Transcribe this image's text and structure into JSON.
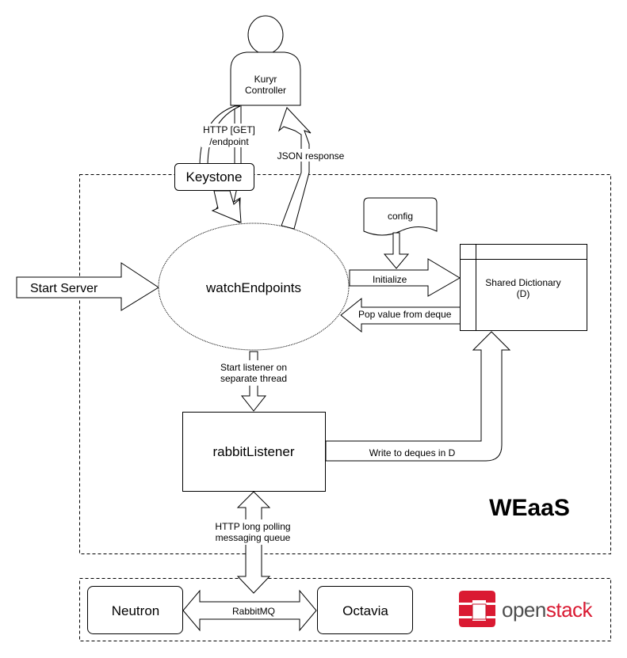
{
  "actor": {
    "label_line1": "Kuryr",
    "label_line2": "Controller"
  },
  "labels": {
    "http_get_line1": "HTTP [GET]",
    "http_get_line2": "/endpoint",
    "json_response": "JSON response",
    "keystone": "Keystone",
    "config": "config",
    "start_server": "Start Server",
    "watch_endpoints": "watchEndpoints",
    "initialize": "Initialize",
    "pop_value": "Pop value from deque",
    "shared_dict_line1": "Shared Dictionary",
    "shared_dict_line2": "(D)",
    "start_listener_line1": "Start listener on",
    "start_listener_line2": "separate thread",
    "rabbit_listener": "rabbitListener",
    "write_deques": "Write to deques in D",
    "weaas": "WEaaS",
    "http_long_line1": "HTTP long polling",
    "http_long_line2": "messaging queue",
    "neutron": "Neutron",
    "rabbitmq": "RabbitMQ",
    "octavia": "Octavia"
  },
  "logo": {
    "text_open": "open",
    "text_stack": "stack",
    "tm": "™",
    "color_red": "#da1a32",
    "color_gray": "#4e4e4e"
  }
}
